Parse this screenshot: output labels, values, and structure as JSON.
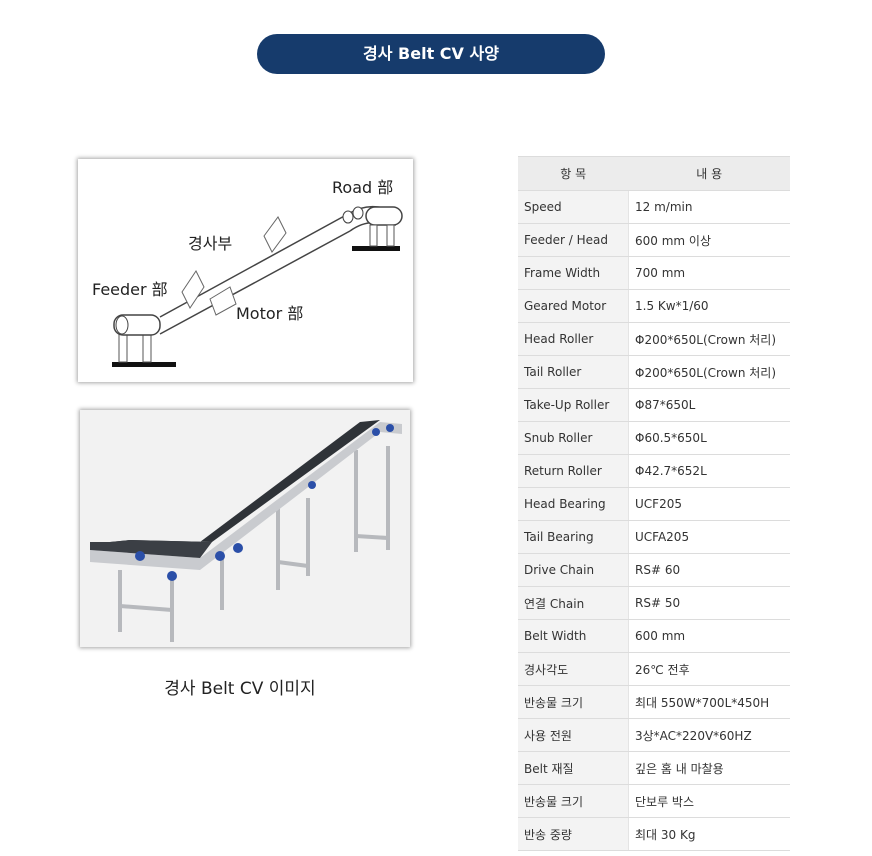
{
  "header": {
    "title": "경사 Belt CV 사양"
  },
  "diagram": {
    "labels": {
      "road": "Road 部",
      "slope": "경사부",
      "feeder": "Feeder 部",
      "motor": "Motor 部"
    }
  },
  "caption": "경사 Belt CV 이미지",
  "spec_table": {
    "headers": [
      "항 목",
      "내 용"
    ],
    "rows": [
      {
        "item": "Speed",
        "value": "12 m/min"
      },
      {
        "item": "Feeder / Head",
        "value": "600 mm 이상"
      },
      {
        "item": "Frame Width",
        "value": "700 mm"
      },
      {
        "item": "Geared Motor",
        "value": "1.5 Kw*1/60"
      },
      {
        "item": "Head Roller",
        "value": "Φ200*650L(Crown 처리)"
      },
      {
        "item": "Tail Roller",
        "value": "Φ200*650L(Crown 처리)"
      },
      {
        "item": "Take-Up Roller",
        "value": "Φ87*650L"
      },
      {
        "item": "Snub Roller",
        "value": "Φ60.5*650L"
      },
      {
        "item": "Return Roller",
        "value": "Φ42.7*652L"
      },
      {
        "item": "Head Bearing",
        "value": "UCF205"
      },
      {
        "item": "Tail Bearing",
        "value": "UCFA205"
      },
      {
        "item": "Drive Chain",
        "value": "RS# 60"
      },
      {
        "item": "연결 Chain",
        "value": "RS# 50"
      },
      {
        "item": "Belt Width",
        "value": "600 mm"
      },
      {
        "item": "경사각도",
        "value": "26℃ 전후"
      },
      {
        "item": "반송물 크기",
        "value": "최대 550W*700L*450H"
      },
      {
        "item": "사용 전원",
        "value": "3상*AC*220V*60HZ"
      },
      {
        "item": "Belt 재질",
        "value": "깊은 홈 내 마찰용"
      },
      {
        "item": "반송물 크기",
        "value": "단보루 박스"
      },
      {
        "item": "반송 중량",
        "value": "최대 30 Kg"
      }
    ]
  }
}
